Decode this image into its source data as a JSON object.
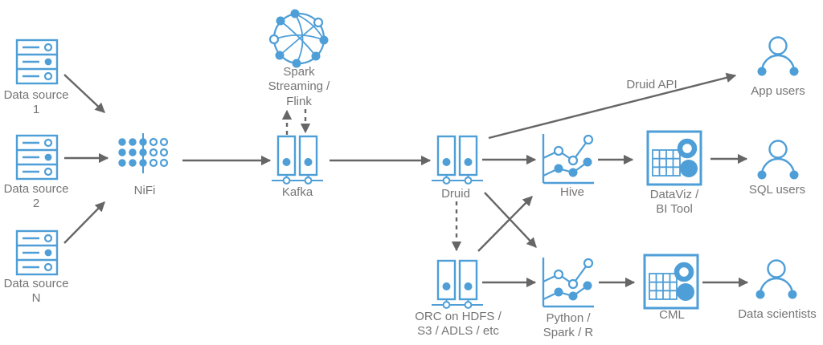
{
  "colors": {
    "accent_blue": "#4E9ED7",
    "arrow_gray": "#666666",
    "label_gray": "#757575",
    "background": "#FFFFFF"
  },
  "nodes": {
    "data_source_1": {
      "label": "Data source\n1",
      "icon": "server-icon"
    },
    "data_source_2": {
      "label": "Data source\n2",
      "icon": "server-icon"
    },
    "data_source_n": {
      "label": "Data source\nN",
      "icon": "server-icon"
    },
    "nifi": {
      "label": "NiFi",
      "icon": "flow-grid-icon"
    },
    "spark_streaming_flink": {
      "label": "Spark\nStreaming /\nFlink",
      "icon": "network-globe-icon"
    },
    "kafka": {
      "label": "Kafka",
      "icon": "message-queue-icon"
    },
    "druid": {
      "label": "Druid",
      "icon": "message-queue-icon"
    },
    "hive": {
      "label": "Hive",
      "icon": "line-chart-icon"
    },
    "dataviz_bi_tool": {
      "label": "DataViz /\nBI Tool",
      "icon": "dashboard-icon"
    },
    "cml": {
      "label": "CML",
      "icon": "dashboard-icon"
    },
    "orc_storage": {
      "label": "ORC on HDFS /\nS3 / ADLS / etc",
      "icon": "message-queue-icon"
    },
    "python_spark_r": {
      "label": "Python /\nSpark / R",
      "icon": "line-chart-icon"
    },
    "app_users": {
      "label": "App users",
      "icon": "user-icon"
    },
    "sql_users": {
      "label": "SQL users",
      "icon": "user-icon"
    },
    "data_scientists": {
      "label": "Data scientists",
      "icon": "user-icon"
    }
  },
  "edges": {
    "druid_api_label": "Druid API",
    "connections": [
      {
        "from": "data_source_1",
        "to": "nifi",
        "style": "solid"
      },
      {
        "from": "data_source_2",
        "to": "nifi",
        "style": "solid"
      },
      {
        "from": "data_source_n",
        "to": "nifi",
        "style": "solid"
      },
      {
        "from": "nifi",
        "to": "kafka",
        "style": "solid"
      },
      {
        "from": "kafka",
        "to": "spark_streaming_flink",
        "style": "dashed"
      },
      {
        "from": "spark_streaming_flink",
        "to": "kafka",
        "style": "dashed"
      },
      {
        "from": "kafka",
        "to": "druid",
        "style": "solid"
      },
      {
        "from": "druid",
        "to": "app_users",
        "style": "solid",
        "label": "Druid API"
      },
      {
        "from": "druid",
        "to": "hive",
        "style": "solid"
      },
      {
        "from": "druid",
        "to": "orc_storage",
        "style": "dashed"
      },
      {
        "from": "druid",
        "to": "python_spark_r",
        "style": "solid"
      },
      {
        "from": "orc_storage",
        "to": "hive",
        "style": "solid"
      },
      {
        "from": "orc_storage",
        "to": "python_spark_r",
        "style": "solid"
      },
      {
        "from": "hive",
        "to": "dataviz_bi_tool",
        "style": "solid"
      },
      {
        "from": "dataviz_bi_tool",
        "to": "sql_users",
        "style": "solid"
      },
      {
        "from": "python_spark_r",
        "to": "cml",
        "style": "solid"
      },
      {
        "from": "cml",
        "to": "data_scientists",
        "style": "solid"
      }
    ]
  }
}
